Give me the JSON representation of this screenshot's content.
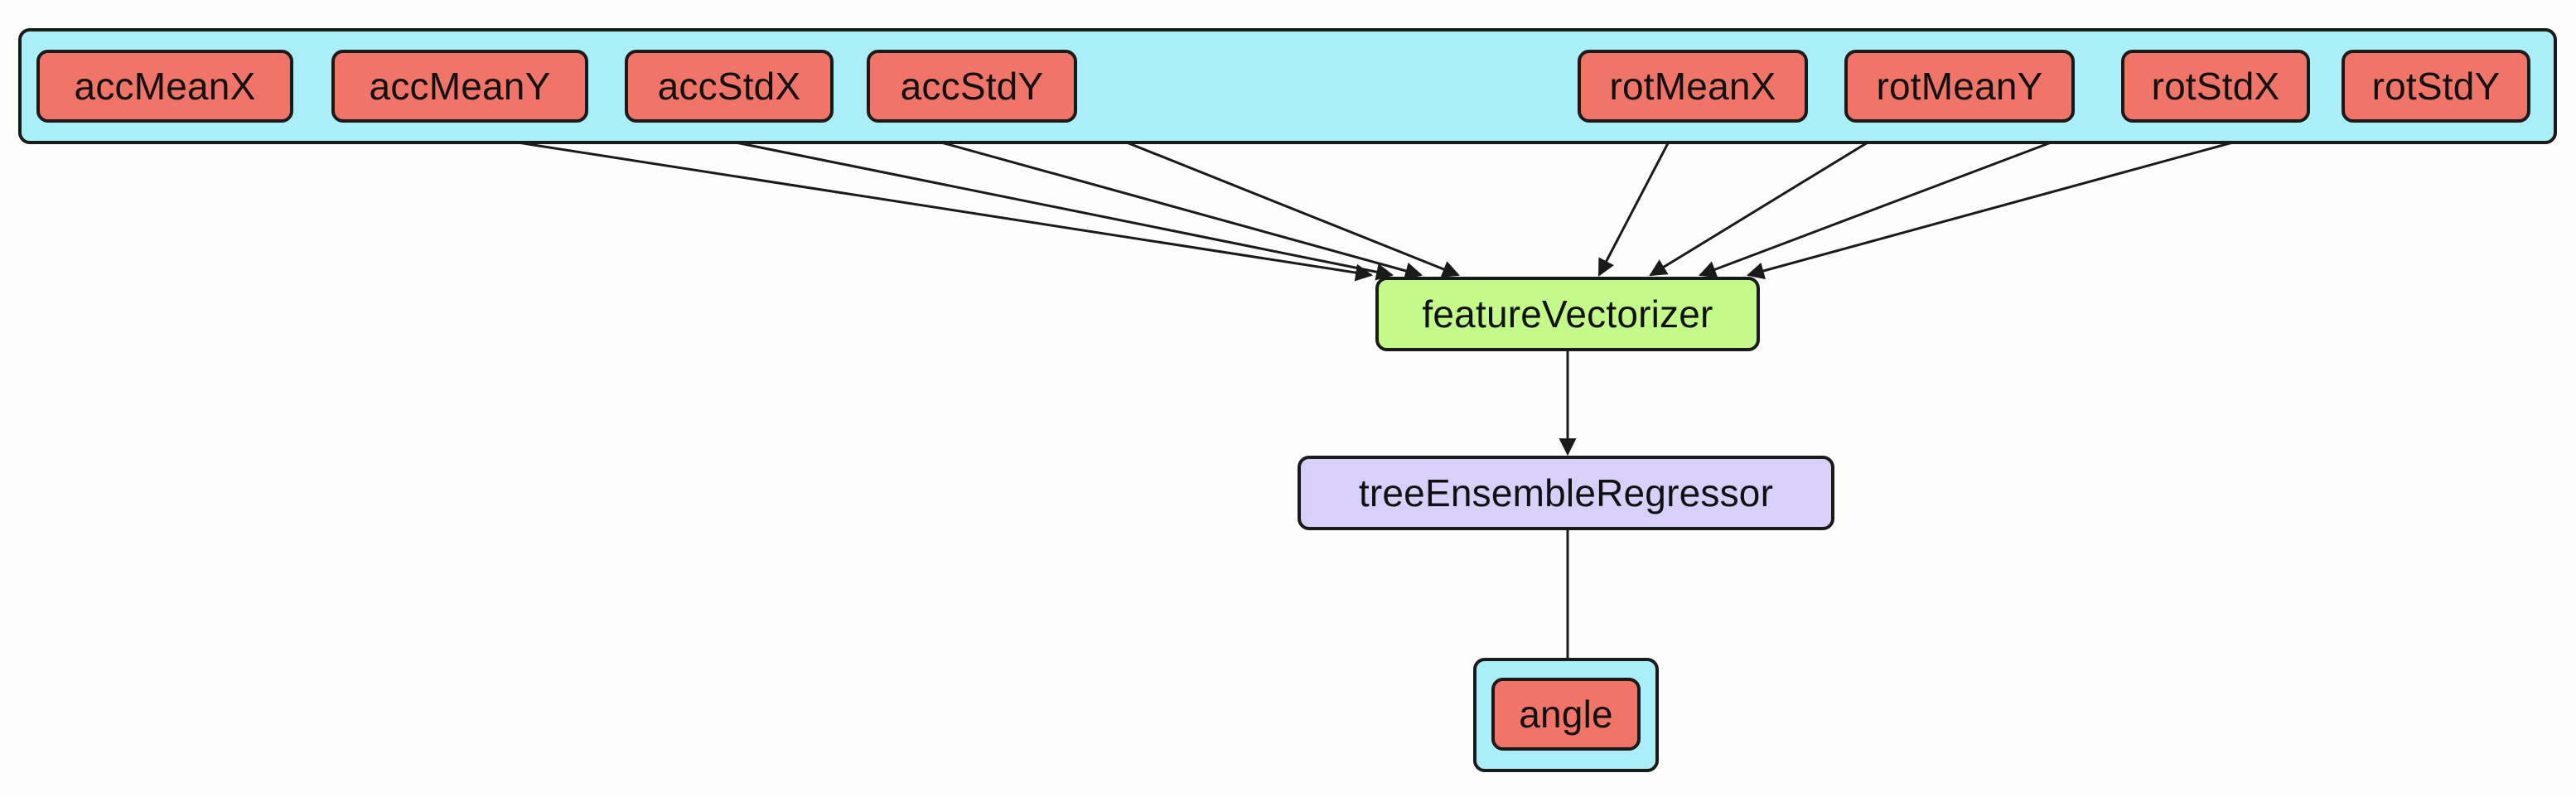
{
  "inputs": {
    "nodes": [
      "accMeanX",
      "accMeanY",
      "accStdX",
      "accStdY",
      "rotMeanX",
      "rotMeanY",
      "rotStdX",
      "rotStdY"
    ]
  },
  "pipeline": {
    "vectorizer": "featureVectorizer",
    "regressor": "treeEnsembleRegressor"
  },
  "outputs": {
    "nodes": [
      "angle"
    ]
  },
  "edges": [
    {
      "from": "accMeanX",
      "to": "featureVectorizer"
    },
    {
      "from": "accMeanY",
      "to": "featureVectorizer"
    },
    {
      "from": "accStdX",
      "to": "featureVectorizer"
    },
    {
      "from": "accStdY",
      "to": "featureVectorizer"
    },
    {
      "from": "rotMeanX",
      "to": "featureVectorizer"
    },
    {
      "from": "rotMeanY",
      "to": "featureVectorizer"
    },
    {
      "from": "rotStdX",
      "to": "featureVectorizer"
    },
    {
      "from": "rotStdY",
      "to": "featureVectorizer"
    },
    {
      "from": "featureVectorizer",
      "to": "treeEnsembleRegressor"
    },
    {
      "from": "treeEnsembleRegressor",
      "to": "angle"
    }
  ],
  "colors": {
    "group_fill": "#aaeef8",
    "io_node": "#f07468",
    "vectorizer_node": "#c3fa8a",
    "regressor_node": "#d8d0fb",
    "stroke": "#1a1a1a"
  }
}
